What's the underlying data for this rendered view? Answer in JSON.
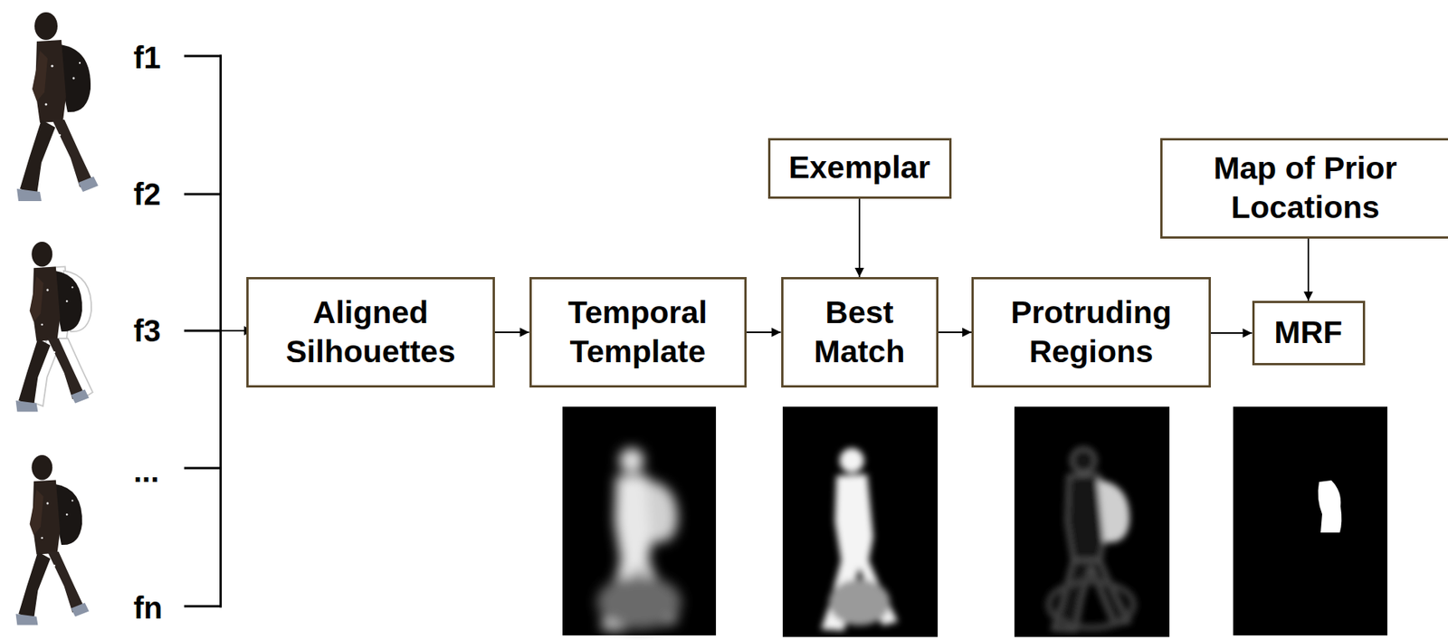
{
  "diagram": {
    "nodes": [
      {
        "text": [
          "Aligned Silhouettes"
        ]
      },
      {
        "text": [
          "Temporal Template"
        ]
      },
      {
        "text": [
          "Exemplar"
        ]
      },
      {
        "text": [
          "Best Match"
        ]
      },
      {
        "text": [
          "Protruding Regions"
        ]
      },
      {
        "text": [
          "Map of Prior Locations"
        ]
      },
      {
        "text": [
          "MRF"
        ]
      }
    ],
    "edges": [
      {
        "from": 0,
        "to": 1,
        "arrow": "to"
      },
      {
        "from": 1,
        "to": 3,
        "arrow": "to"
      },
      {
        "from": 2,
        "to": 3,
        "arrow": "to"
      },
      {
        "from": 3,
        "to": 4,
        "arrow": "to"
      },
      {
        "from": 4,
        "to": 6,
        "arrow": "to"
      },
      {
        "from": 5,
        "to": 6,
        "arrow": "to"
      }
    ],
    "labels": [
      "f1",
      "f2",
      "f3",
      "...",
      "fn"
    ]
  }
}
